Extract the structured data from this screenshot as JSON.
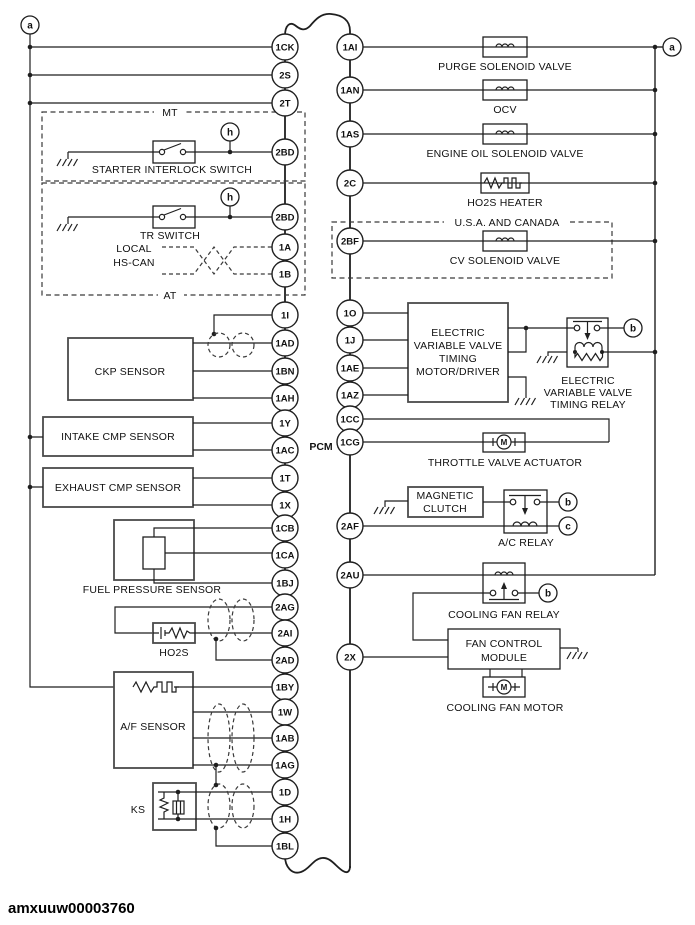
{
  "footer": "amxuuw00003760",
  "pcm_label": "PCM",
  "nodes": {
    "a": "a",
    "b": "b",
    "c": "c",
    "h": "h"
  },
  "pins": {
    "left": [
      "1CK",
      "2S",
      "2T",
      "2BD",
      "2BD",
      "1A",
      "1B",
      "1I",
      "1AD",
      "1BN",
      "1AH",
      "1Y",
      "1AC",
      "1T",
      "1X",
      "1CB",
      "1CA",
      "1BJ",
      "2AG",
      "2AI",
      "2AD",
      "1BY",
      "1W",
      "1AB",
      "1AG",
      "1D",
      "1H",
      "1BL"
    ],
    "right": [
      "1AI",
      "1AN",
      "1AS",
      "2C",
      "2BF",
      "1O",
      "1J",
      "1AE",
      "1AZ",
      "1CC",
      "1CG",
      "2AF",
      "2AU",
      "2X"
    ]
  },
  "labels": {
    "purge": "PURGE SOLENOID VALVE",
    "ocv": "OCV",
    "engine_oil": "ENGINE OIL SOLENOID VALVE",
    "ho2s_heater": "HO2S HEATER",
    "usa_canada": "U.S.A. AND CANADA",
    "cv": "CV SOLENOID VALVE",
    "evvt_driver": [
      "ELECTRIC",
      "VARIABLE VALVE",
      "TIMING",
      "MOTOR/DRIVER"
    ],
    "evvt_relay": [
      "ELECTRIC",
      "VARIABLE VALVE",
      "TIMING RELAY"
    ],
    "throttle": "THROTTLE VALVE ACTUATOR",
    "magnetic_clutch": [
      "MAGNETIC",
      "CLUTCH"
    ],
    "ac_relay": "A/C RELAY",
    "cooling_fan_relay": "COOLING FAN RELAY",
    "fan_control": [
      "FAN CONTROL",
      "MODULE"
    ],
    "cooling_fan_motor": "COOLING FAN MOTOR",
    "mt": "MT",
    "at": "AT",
    "starter_interlock": "STARTER INTERLOCK SWITCH",
    "tr_switch": "TR SWITCH",
    "local_hscan": [
      "LOCAL",
      "HS-CAN"
    ],
    "ckp": "CKP SENSOR",
    "intake": "INTAKE CMP SENSOR",
    "exhaust": "EXHAUST CMP SENSOR",
    "fuel_pressure": "FUEL PRESSURE SENSOR",
    "ho2s": "HO2S",
    "af_sensor": "A/F SENSOR",
    "ks": "KS",
    "motor_m": "M"
  }
}
